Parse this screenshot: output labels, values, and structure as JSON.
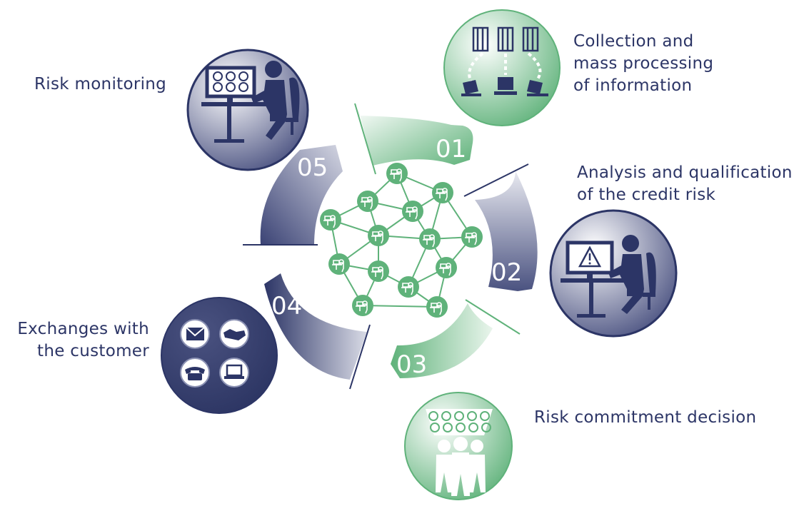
{
  "steps": [
    {
      "number": "01",
      "label_lines": [
        "Collection and",
        "mass processing",
        "of information"
      ],
      "icon": "servers-to-laptops-icon",
      "color": "#5fb27a"
    },
    {
      "number": "02",
      "label_lines": [
        "Analysis and qualification",
        "of the credit risk"
      ],
      "icon": "analyst-warning-screen-icon",
      "color": "#6c7199"
    },
    {
      "number": "03",
      "label_lines": [
        "Risk commitment decision"
      ],
      "icon": "committee-icon",
      "color": "#5fb27a"
    },
    {
      "number": "04",
      "label_lines": [
        "Exchanges with",
        "the customer"
      ],
      "icon": "contact-channels-icon",
      "color": "#2c3566"
    },
    {
      "number": "05",
      "label_lines": [
        "Risk monitoring"
      ],
      "icon": "monitoring-workstation-icon",
      "color": "#4a5280"
    }
  ],
  "colors": {
    "navy": "#2c3566",
    "green": "#5fb27a",
    "light_green": "#c9e7d2",
    "text": "#2c3566"
  }
}
